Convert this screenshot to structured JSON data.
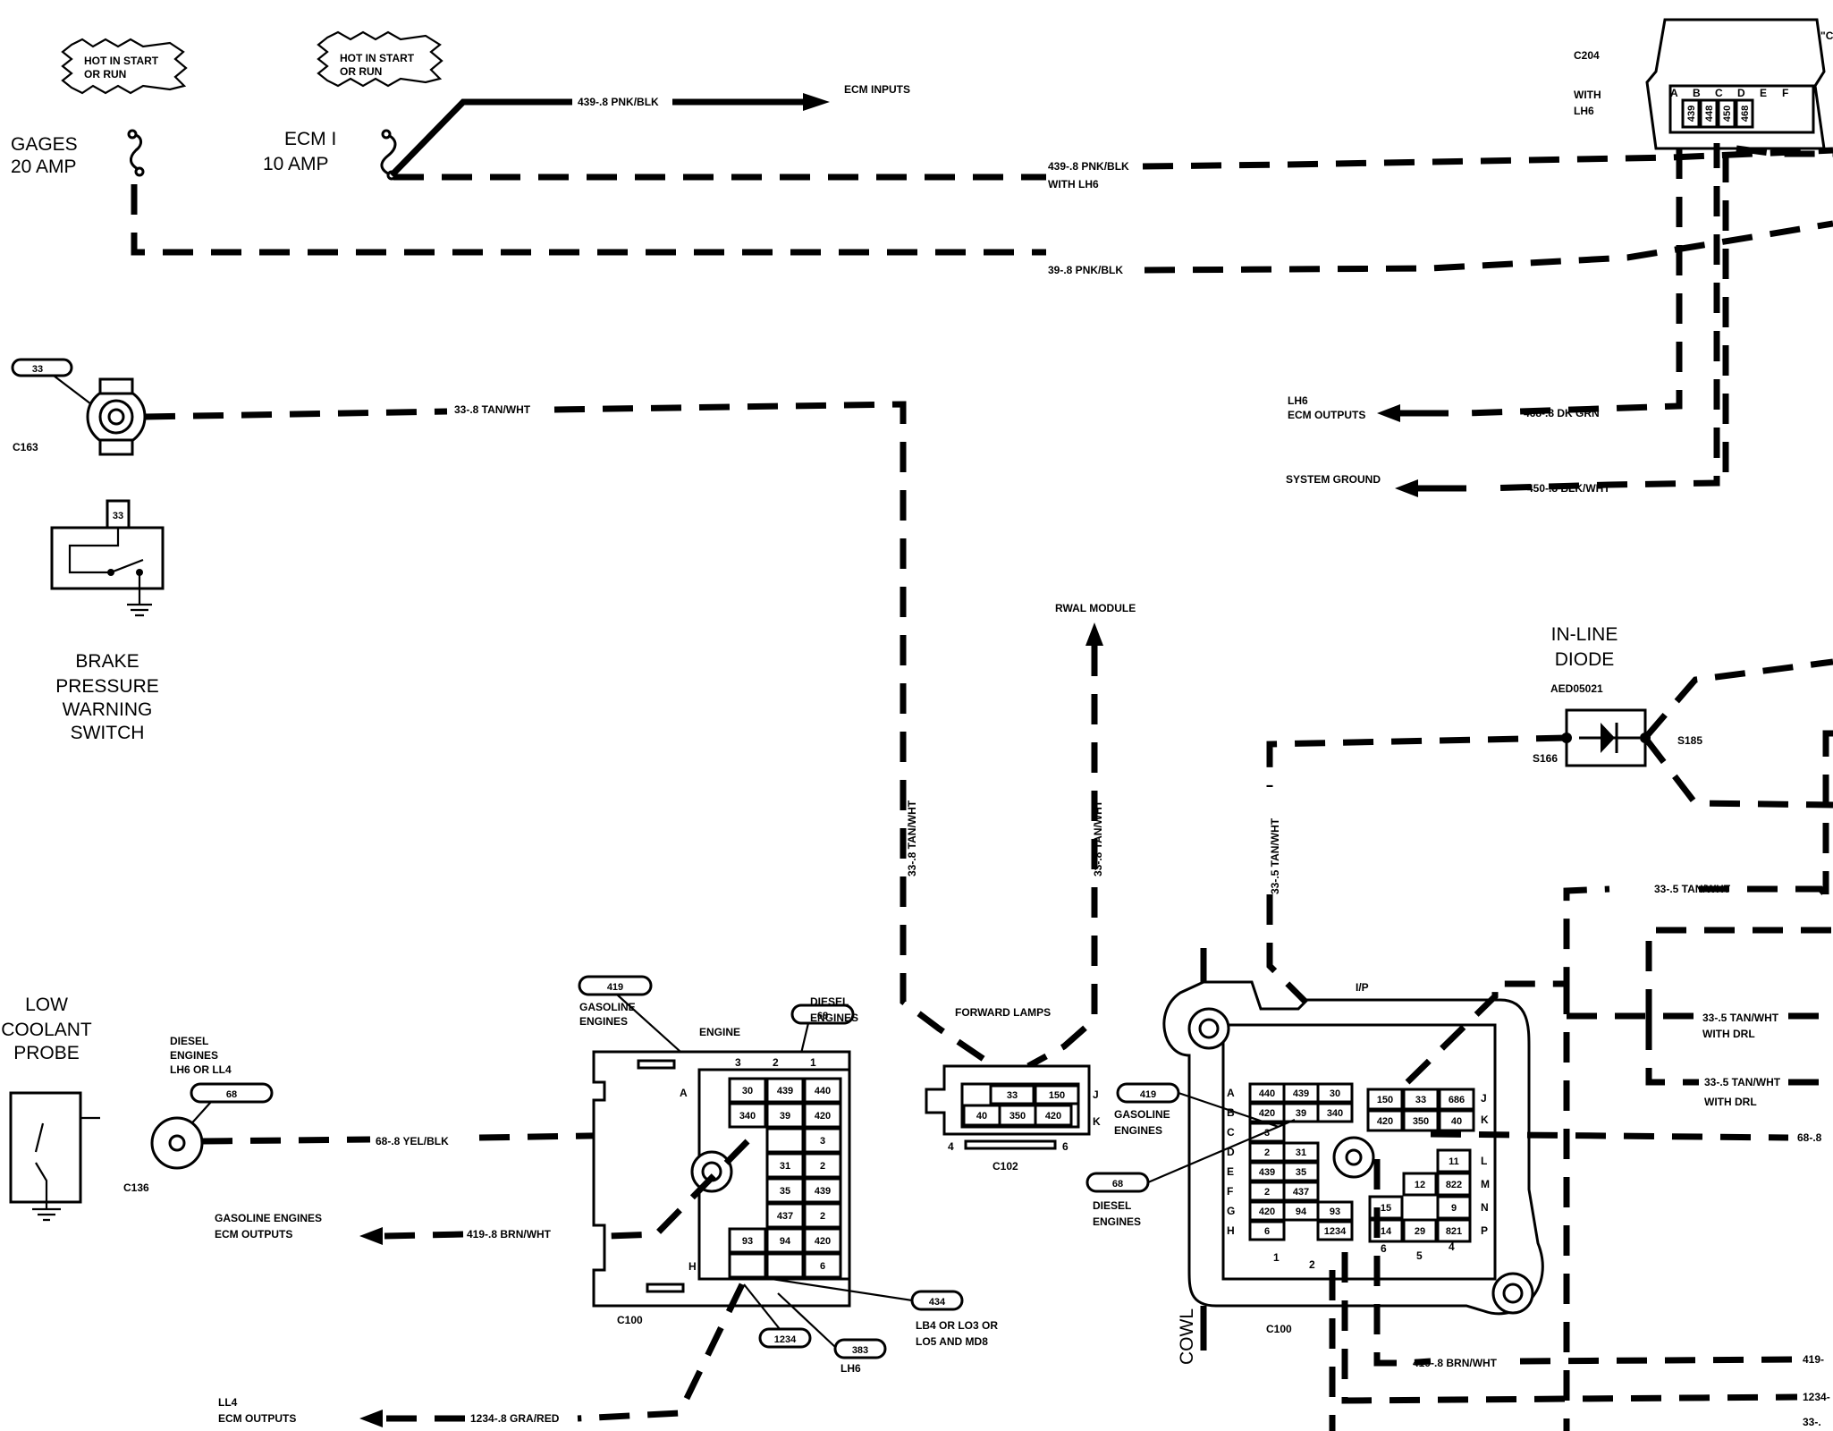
{
  "fuses": {
    "gages": {
      "hot_label": [
        "HOT IN START",
        "OR RUN"
      ],
      "name": "GAGES",
      "rating": "20 AMP"
    },
    "ecm": {
      "hot_label": [
        "HOT IN START",
        "OR RUN"
      ],
      "name": "ECM I",
      "rating": "10 AMP"
    }
  },
  "wire_labels": {
    "w439_top": "439-.8 PNK/BLK",
    "ecm_inputs": "ECM INPUTS",
    "w439_lh6": "439-.8 PNK/BLK",
    "with_lh6": "WITH LH6",
    "w39": "39-.8 PNK/BLK",
    "w33_top": "33-.8 TAN/WHT",
    "w33_vert_left": "33-.8 TAN/WHT",
    "w33_vert_right": "33-.8 TAN/WHT",
    "w33_5_vert": "33-.5 TAN/WHT",
    "w468": "468-.8 DK GRN",
    "w450": "450-.8 BLK/WHT",
    "w68": "68-.8 YEL/BLK",
    "w419_left": "419-.8 BRN/WHT",
    "w1234": "1234-.8 GRA/RED",
    "w33_5_right": "33-.5 TAN/WHT",
    "w33_5_drl1": "33-.5 TAN/WHT",
    "w33_5_drl2": "33-.5 TAN/WHT",
    "with_drl1": "WITH DRL",
    "with_drl2": "WITH DRL",
    "w68_right": "68-.8",
    "w419_bottom": "419-.8 BRN/WHT",
    "w419_edge": "419-",
    "w1234_edge": "1234-",
    "w33_edge": "33-."
  },
  "destinations": {
    "lh6_ecm_outputs": [
      "LH6",
      "ECM OUTPUTS"
    ],
    "system_ground": "SYSTEM GROUND",
    "rwal_module": "RWAL MODULE",
    "forward_lamps": "FORWARD LAMPS",
    "gasoline_ecm_outputs": [
      "GASOLINE ENGINES",
      "ECM OUTPUTS"
    ],
    "ll4_ecm_outputs": [
      "LL4",
      "ECM OUTPUTS"
    ]
  },
  "components": {
    "brake_switch": {
      "name": [
        "BRAKE",
        "PRESSURE",
        "WARNING",
        "SWITCH"
      ],
      "connector": "C163",
      "circuit": "33"
    },
    "coolant_probe": {
      "name": [
        "LOW",
        "COOLANT",
        "PROBE"
      ],
      "connector": "C136",
      "circuit": "68",
      "note": [
        "DIESEL",
        "ENGINES",
        "LH6 OR LL4"
      ]
    },
    "diode": {
      "name": [
        "IN-LINE",
        "DIODE"
      ],
      "code": "AED05021",
      "splice_left": "S166",
      "splice_right": "S185"
    },
    "c204": {
      "name": "C204",
      "note": [
        "WITH",
        "LH6"
      ],
      "pins": [
        "A",
        "B",
        "C",
        "D",
        "E",
        "F"
      ],
      "circuits": [
        "439",
        "448",
        "450",
        "468"
      ]
    },
    "corner_mark": "\"C"
  },
  "c100_left": {
    "name": "C100",
    "header": "ENGINE",
    "col_labels": [
      "3",
      "2",
      "1"
    ],
    "row_label_top": "A",
    "row_label_bottom": "H",
    "cells": [
      [
        "30",
        "439",
        "440"
      ],
      [
        "340",
        "39",
        "420"
      ],
      [
        "",
        "",
        "3"
      ],
      [
        "",
        "31",
        "2"
      ],
      [
        "",
        "35",
        "439"
      ],
      [
        "",
        "437",
        "2"
      ],
      [
        "93",
        "94",
        "420"
      ],
      [
        "",
        "",
        "6"
      ]
    ],
    "callouts": {
      "c419": {
        "id": "419",
        "label": [
          "GASOLINE",
          "ENGINES"
        ]
      },
      "c68": {
        "id": "68",
        "label": [
          "DIESEL",
          "ENGINES"
        ]
      },
      "c434": {
        "id": "434",
        "label": [
          "LB4 OR LO3 OR",
          "LO5 AND MD8"
        ]
      },
      "c1234": {
        "id": "1234"
      },
      "c383": {
        "id": "383",
        "label": "LH6"
      }
    }
  },
  "c102": {
    "name": "C102",
    "top_row": [
      "33",
      "150"
    ],
    "bottom_row": [
      "40",
      "350",
      "420"
    ],
    "pin_labels": [
      "J",
      "K",
      "4",
      "6"
    ]
  },
  "c100_right": {
    "name": "C100",
    "header": "I/P",
    "cowl": "COWL",
    "row_labels": [
      "A",
      "B",
      "C",
      "D",
      "E",
      "F",
      "G",
      "H"
    ],
    "left_cells": [
      [
        "440",
        "439",
        "30"
      ],
      [
        "420",
        "39",
        "340"
      ],
      [
        "3",
        "",
        ""
      ],
      [
        "2",
        "31",
        ""
      ],
      [
        "439",
        "35",
        ""
      ],
      [
        "2",
        "437",
        ""
      ],
      [
        "420",
        "94",
        "93"
      ],
      [
        "6",
        "",
        "1234"
      ]
    ],
    "right_top": [
      [
        "150",
        "33",
        "686"
      ],
      [
        "420",
        "350",
        "40"
      ]
    ],
    "right_top_labels": [
      "J",
      "K"
    ],
    "right_mid": [
      [
        "",
        "11"
      ],
      [
        "",
        "12",
        "822"
      ],
      [
        "15",
        "",
        "9"
      ],
      [
        "14",
        "29",
        "821"
      ]
    ],
    "right_mid_labels": [
      "L",
      "M",
      "N",
      "P"
    ],
    "pin_numbers": [
      "1",
      "2",
      "6",
      "5",
      "4"
    ],
    "callouts": {
      "c419": {
        "id": "419",
        "label": [
          "GASOLINE",
          "ENGINES"
        ]
      },
      "c68": {
        "id": "68",
        "label": [
          "DIESEL",
          "ENGINES"
        ]
      }
    }
  }
}
